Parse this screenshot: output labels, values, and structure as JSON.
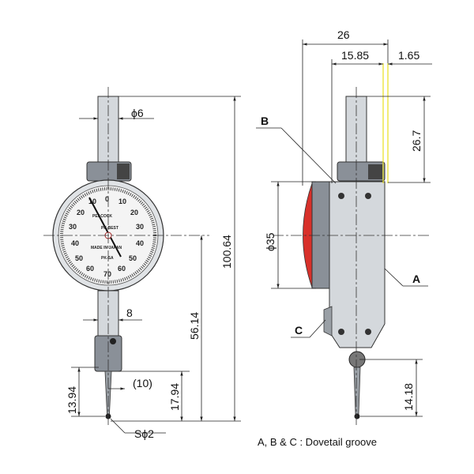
{
  "left_view": {
    "dims": {
      "stem_dia": "ϕ6",
      "overall_height": "100.64",
      "center_to_tip": "56.14",
      "width_8": "8",
      "offset_10": "(10)",
      "clamp_to_tip": "17.94",
      "lower_13": "13.94",
      "ball_dia": "Sϕ2"
    },
    "dial": {
      "numbers_left": [
        "10",
        "20",
        "30",
        "40",
        "50",
        "60"
      ],
      "numbers_right": [
        "10",
        "20",
        "30",
        "40",
        "50",
        "60"
      ],
      "top": "0",
      "bottom": "70",
      "text_brand": "PEACOCK",
      "text_model_line": "PK-BEST",
      "text_made": "MADE IN JAPAN",
      "text_code": "PK-SA"
    }
  },
  "right_view": {
    "dims": {
      "width_26": "26",
      "width_15_85": "15.85",
      "width_1_65": "1.65",
      "height_26_7": "26.7",
      "dial_dia": "ϕ35",
      "lower_14_18": "14.18"
    },
    "labels": {
      "a": "A",
      "b": "B",
      "c": "C"
    }
  },
  "caption": "A, B & C : Dovetail groove",
  "colors": {
    "lens": "#d8302a",
    "highlight": "#e8e020"
  }
}
